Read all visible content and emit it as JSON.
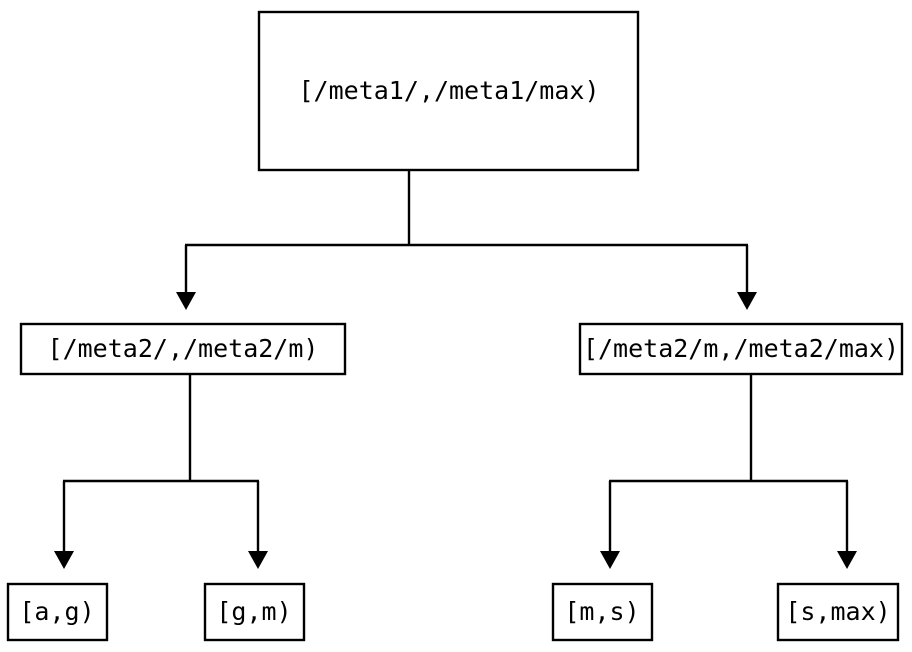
{
  "diagram": {
    "type": "tree",
    "title": "",
    "background_color": "#ffffff",
    "stroke_color": "#000000",
    "text_color": "#000000",
    "nodes": {
      "root": {
        "label": "[/meta1/,/meta1/max)"
      },
      "mid_left": {
        "label": "[/meta2/,/meta2/m)"
      },
      "mid_right": {
        "label": "[/meta2/m,/meta2/max)"
      },
      "leaf_1": {
        "label": "[a,g)"
      },
      "leaf_2": {
        "label": "[g,m)"
      },
      "leaf_3": {
        "label": "[m,s)"
      },
      "leaf_4": {
        "label": "[s,max)"
      }
    },
    "edges": [
      {
        "from": "root",
        "to": "mid_left"
      },
      {
        "from": "root",
        "to": "mid_right"
      },
      {
        "from": "mid_left",
        "to": "leaf_1"
      },
      {
        "from": "mid_left",
        "to": "leaf_2"
      },
      {
        "from": "mid_right",
        "to": "leaf_3"
      },
      {
        "from": "mid_right",
        "to": "leaf_4"
      }
    ]
  }
}
